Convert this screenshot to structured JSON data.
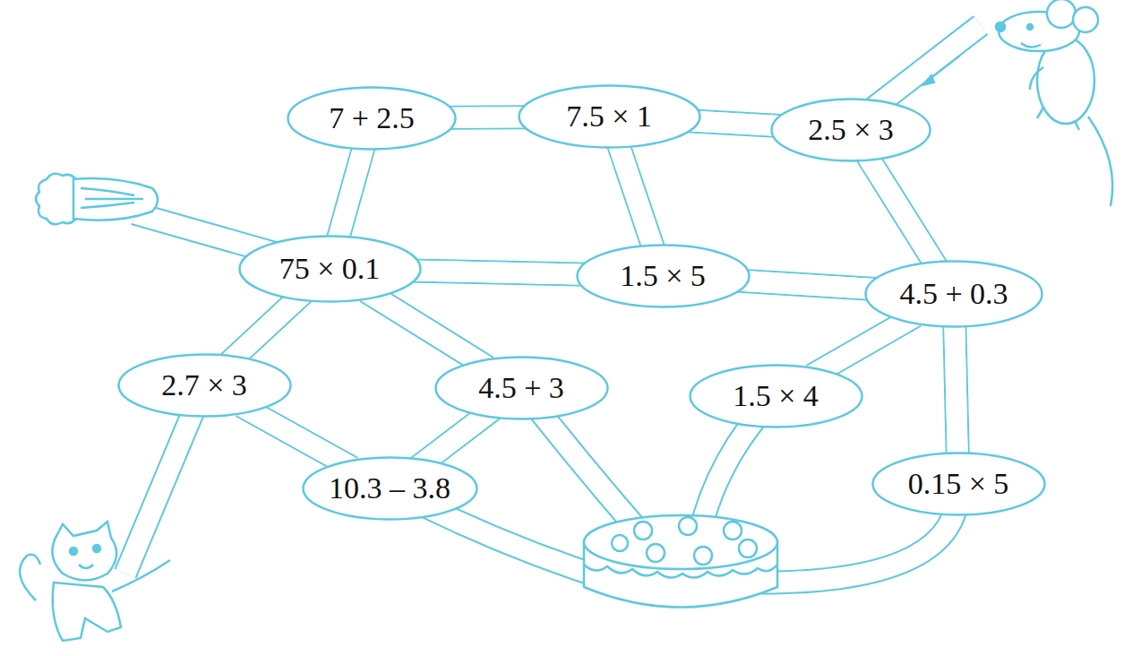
{
  "diagram": {
    "nodes": [
      {
        "text": [
          "7 + 2.5"
        ]
      },
      {
        "text": [
          "7.5 × 1"
        ]
      },
      {
        "text": [
          "2.5 × 3"
        ]
      },
      {
        "text": [
          "75 × 0.1"
        ]
      },
      {
        "text": [
          "1.5 × 5"
        ]
      },
      {
        "text": [
          "4.5 + 0.3"
        ]
      },
      {
        "text": [
          "2.7 × 3"
        ]
      },
      {
        "text": [
          "4.5 + 3"
        ]
      },
      {
        "text": [
          "1.5 × 4"
        ]
      },
      {
        "text": [
          "10.3 – 3.8"
        ]
      },
      {
        "text": [
          "0.15 × 5"
        ]
      }
    ],
    "edges": [
      {
        "from": 0,
        "to": 1,
        "arrow": "none"
      },
      {
        "from": 1,
        "to": 2,
        "arrow": "none"
      },
      {
        "from": 0,
        "to": 3,
        "arrow": "none"
      },
      {
        "from": 1,
        "to": 4,
        "arrow": "none"
      },
      {
        "from": 2,
        "to": 5,
        "arrow": "none"
      },
      {
        "from": 3,
        "to": 4,
        "arrow": "none"
      },
      {
        "from": 4,
        "to": 5,
        "arrow": "none"
      },
      {
        "from": 3,
        "to": 6,
        "arrow": "none"
      },
      {
        "from": 3,
        "to": 7,
        "arrow": "none"
      },
      {
        "from": 6,
        "to": 9,
        "arrow": "none"
      },
      {
        "from": 7,
        "to": 9,
        "arrow": "none"
      },
      {
        "from": 5,
        "to": 8,
        "arrow": "none"
      },
      {
        "from": 5,
        "to": 10,
        "arrow": "none"
      }
    ]
  }
}
